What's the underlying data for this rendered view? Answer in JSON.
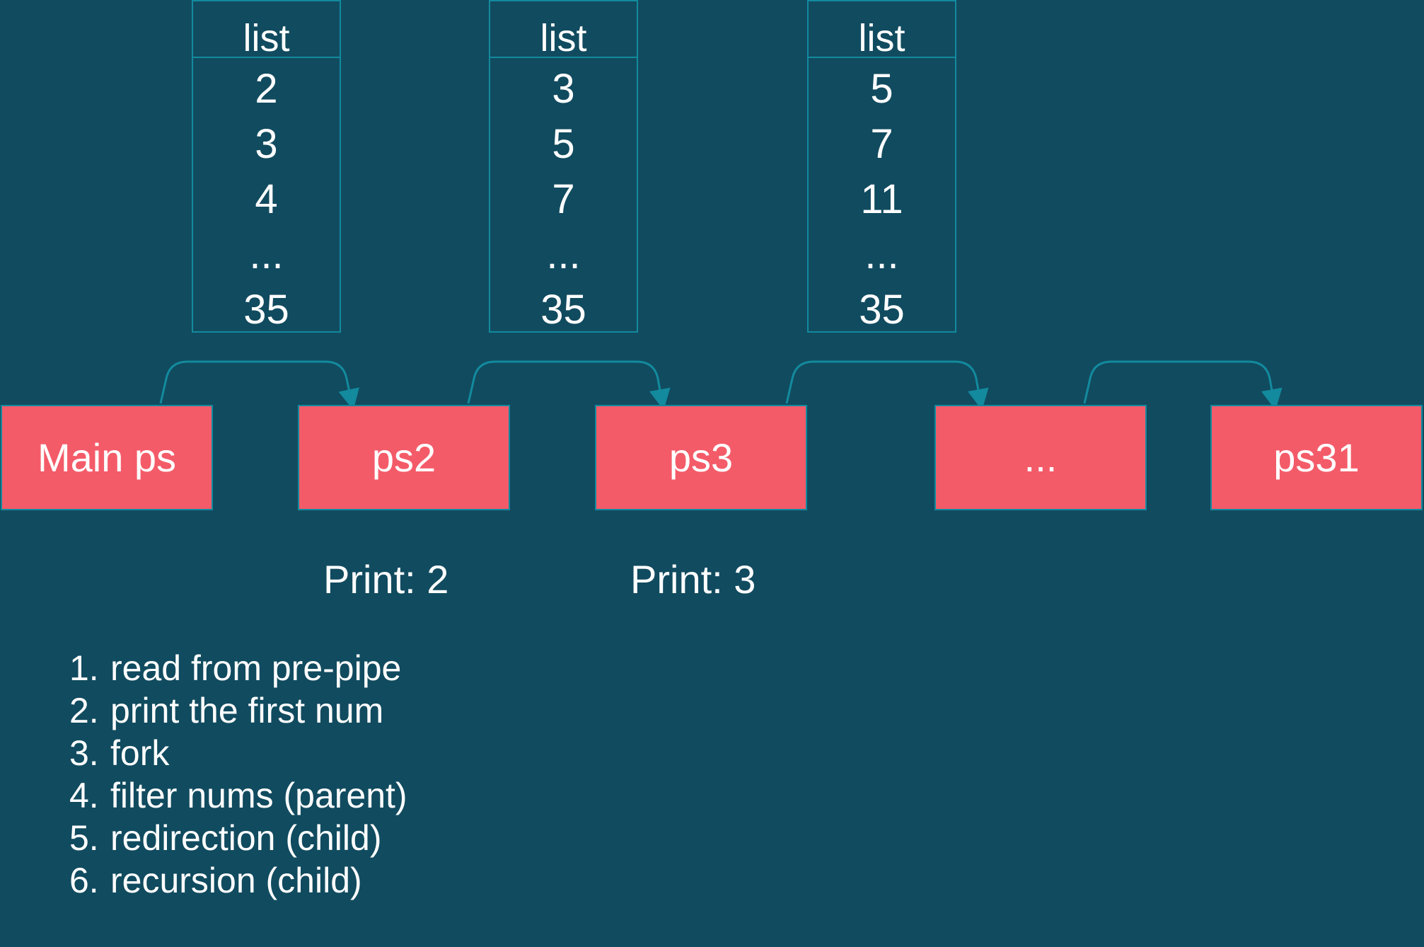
{
  "colors": {
    "background": "#114b5f",
    "process_fill": "#f45b69",
    "border_and_arrows": "#138a9e",
    "text": "#ffffff"
  },
  "lists": [
    {
      "header": "list",
      "items": [
        "2",
        "3",
        "4",
        "...",
        "35"
      ]
    },
    {
      "header": "list",
      "items": [
        "3",
        "5",
        "7",
        "...",
        "35"
      ]
    },
    {
      "header": "list",
      "items": [
        "5",
        "7",
        "11",
        "...",
        "35"
      ]
    }
  ],
  "processes": [
    {
      "label": "Main ps"
    },
    {
      "label": "ps2"
    },
    {
      "label": "ps3"
    },
    {
      "label": "..."
    },
    {
      "label": "ps31"
    }
  ],
  "prints": [
    {
      "label": "Print: 2"
    },
    {
      "label": "Print: 3"
    }
  ],
  "steps": [
    {
      "num": "1.",
      "text": "read from pre-pipe"
    },
    {
      "num": "2.",
      "text": "print the first num"
    },
    {
      "num": "3.",
      "text": "fork"
    },
    {
      "num": "4.",
      "text": "filter nums (parent)"
    },
    {
      "num": "5.",
      "text": "redirection (child)"
    },
    {
      "num": "6.",
      "text": "recursion (child)"
    }
  ]
}
